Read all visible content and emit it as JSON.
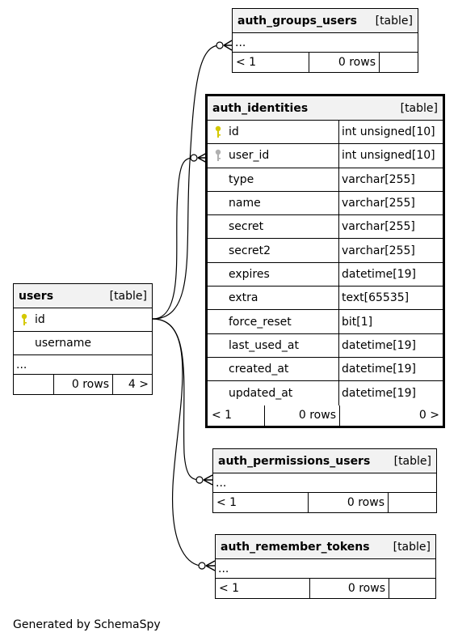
{
  "type_label": "[table]",
  "tables": {
    "auth_groups_users": {
      "name": "auth_groups_users",
      "ellipsis": "...",
      "footer": {
        "prev": "< 1",
        "rows": "0 rows"
      }
    },
    "auth_identities": {
      "name": "auth_identities",
      "columns": [
        {
          "name": "id",
          "type": "int unsigned[10]",
          "key": "primary"
        },
        {
          "name": "user_id",
          "type": "int unsigned[10]",
          "key": "foreign"
        },
        {
          "name": "type",
          "type": "varchar[255]",
          "key": ""
        },
        {
          "name": "name",
          "type": "varchar[255]",
          "key": ""
        },
        {
          "name": "secret",
          "type": "varchar[255]",
          "key": ""
        },
        {
          "name": "secret2",
          "type": "varchar[255]",
          "key": ""
        },
        {
          "name": "expires",
          "type": "datetime[19]",
          "key": ""
        },
        {
          "name": "extra",
          "type": "text[65535]",
          "key": ""
        },
        {
          "name": "force_reset",
          "type": "bit[1]",
          "key": ""
        },
        {
          "name": "last_used_at",
          "type": "datetime[19]",
          "key": ""
        },
        {
          "name": "created_at",
          "type": "datetime[19]",
          "key": ""
        },
        {
          "name": "updated_at",
          "type": "datetime[19]",
          "key": ""
        }
      ],
      "footer": {
        "prev": "< 1",
        "rows": "0 rows",
        "next": "0 >"
      }
    },
    "users": {
      "name": "users",
      "columns": [
        {
          "name": "id",
          "key": "primary"
        },
        {
          "name": "username",
          "key": ""
        }
      ],
      "ellipsis": "...",
      "footer": {
        "rows": "0 rows",
        "next": "4 >"
      }
    },
    "auth_permissions_users": {
      "name": "auth_permissions_users",
      "ellipsis": "...",
      "footer": {
        "prev": "< 1",
        "rows": "0 rows"
      }
    },
    "auth_remember_tokens": {
      "name": "auth_remember_tokens",
      "ellipsis": "...",
      "footer": {
        "prev": "< 1",
        "rows": "0 rows"
      }
    }
  },
  "colors": {
    "header_bg": "#f2f2f2",
    "primary_key": "#d4c800",
    "foreign_key": "#b0b0b0"
  },
  "footer_text": "Generated by SchemaSpy"
}
